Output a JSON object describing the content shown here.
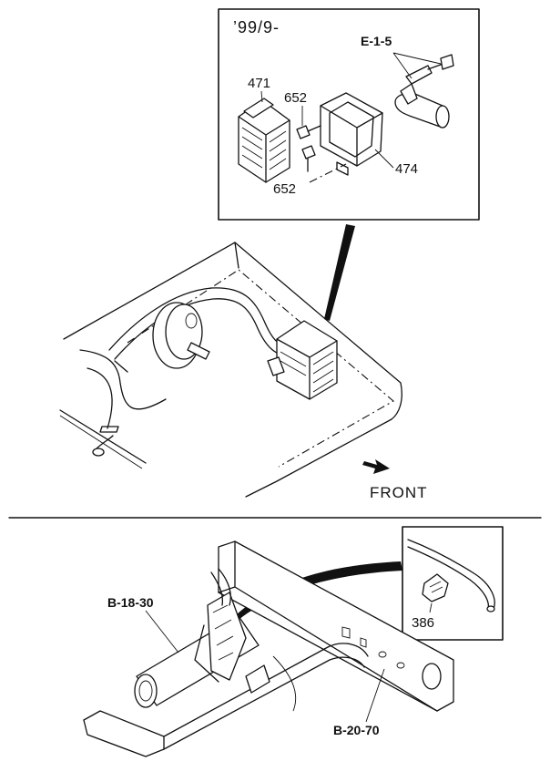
{
  "upper_view": {
    "inset": {
      "date_code": "’99/9-",
      "ref_e": "E-1-5",
      "labels": {
        "p471": "471",
        "p652a": "652",
        "p652b": "652",
        "p474": "474"
      }
    },
    "front_label": "FRONT"
  },
  "lower_view": {
    "ref_b18": "B-18-30",
    "ref_b20": "B-20-70",
    "inset": {
      "p386": "386"
    }
  }
}
